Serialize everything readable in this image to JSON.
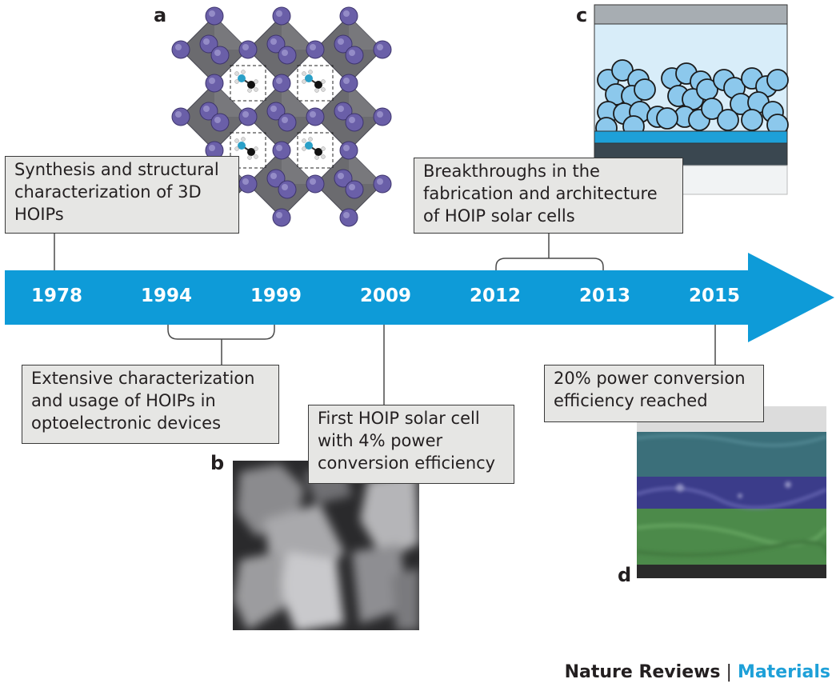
{
  "timeline": {
    "years": [
      "1978",
      "1994",
      "1999",
      "2009",
      "2012",
      "2013",
      "2015"
    ],
    "arrow_color": "#0e9bd8"
  },
  "panels": {
    "a": "a",
    "b": "b",
    "c": "c",
    "d": "d"
  },
  "events": {
    "synthesis": "Synthesis and structural\ncharacterization of 3D\nHOIPs",
    "breakthroughs": "Breakthroughs in the\nfabrication and architecture\nof HOIP solar cells",
    "extensive": "Extensive characterization\nand usage of HOIPs in\noptoelectronic devices",
    "first_cell": "First HOIP solar cell\nwith 4% power\nconversion efficiency",
    "efficiency": "20% power conversion\nefficiency reached"
  },
  "footer": {
    "journal": "Nature Reviews",
    "separator": " | ",
    "section": "Materials"
  },
  "colors": {
    "box_fill": "#e6e6e4",
    "atom": "#6a5fa8",
    "octahedron": "#6b6b6f",
    "grain": "#8cc8ec",
    "accent": "#1ea0d8"
  }
}
